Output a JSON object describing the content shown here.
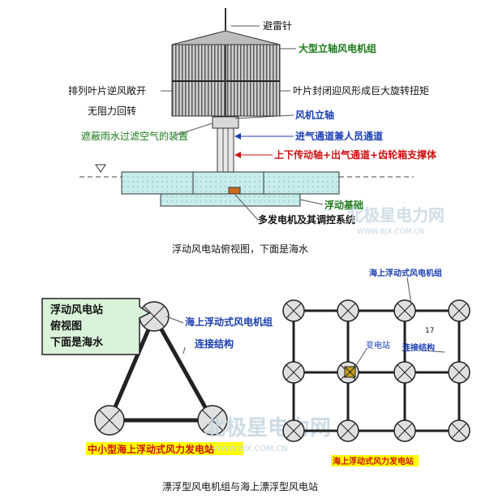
{
  "top_diagram": {
    "lightning_rod": "避雷针",
    "vertical_axis_group": "大型立轴风电机组",
    "blades_open": "排列叶片逆风敞开",
    "no_resistance": "无阻力回转",
    "blades_closed": "叶片封闭迎风形成巨大旋转扭矩",
    "vertical_shaft": "风机立轴",
    "rain_filter": "遮蔽雨水过滤空气的装置",
    "intake_channel": "进气通道兼人员通道",
    "transmission": "上下传动轴+出气通道+齿轮箱支撑体",
    "floating_base": "浮动基础",
    "generators": "多发电机及其调控系统",
    "caption": "浮动风电站俯视图，下面是海水"
  },
  "watermark": {
    "brand": "北极星电力网",
    "url": "WWW.BJX.COM.CN"
  },
  "left_diagram": {
    "callout_lines": [
      "浮动风电站",
      "俯视图",
      "下面是海水"
    ],
    "turbine_label": "海上浮动式风电机组",
    "connect_label": "连接结构",
    "title": "中小型海上浮动式风力发电站"
  },
  "right_diagram": {
    "turbine_label": "海上浮动式风电机组",
    "substation_label": "变电站",
    "connect_label": "连接结构",
    "number": "17",
    "title": "海上浮动式风力发电站"
  },
  "bottom_caption": "漂浮型风电机组与海上漂浮型风电站",
  "colors": {
    "green_label": "#1a7a1a",
    "blue_label": "#1a3fb0",
    "red_label": "#cc1111",
    "water": "#c8ecec",
    "highlight": "#ffff00",
    "callout_bg": "#d9f2d9"
  }
}
